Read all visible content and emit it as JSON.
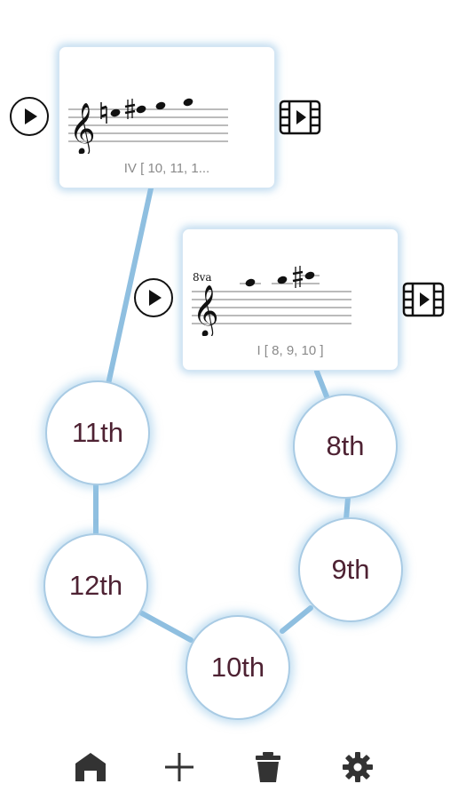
{
  "cards": [
    {
      "caption": "IV   [ 10, 11, 1...",
      "staff": {
        "clef": "treble",
        "octave_marking": ""
      }
    },
    {
      "caption": "I   [ 8, 9, 10 ]",
      "staff": {
        "clef": "treble",
        "octave_marking": "8va"
      }
    }
  ],
  "nodes": [
    {
      "label": "11th"
    },
    {
      "label": "12th"
    },
    {
      "label": "10th"
    },
    {
      "label": "9th"
    },
    {
      "label": "8th"
    }
  ],
  "toolbar": {
    "items": [
      {
        "icon": "home-icon"
      },
      {
        "icon": "plus-icon"
      },
      {
        "icon": "trash-icon"
      },
      {
        "icon": "gear-icon"
      }
    ]
  },
  "colors": {
    "edge": "#8fbfe0",
    "node_text": "#4e2233",
    "card_glow": "#8cbee1",
    "caption": "#8a8a8a",
    "icon": "#333333"
  }
}
